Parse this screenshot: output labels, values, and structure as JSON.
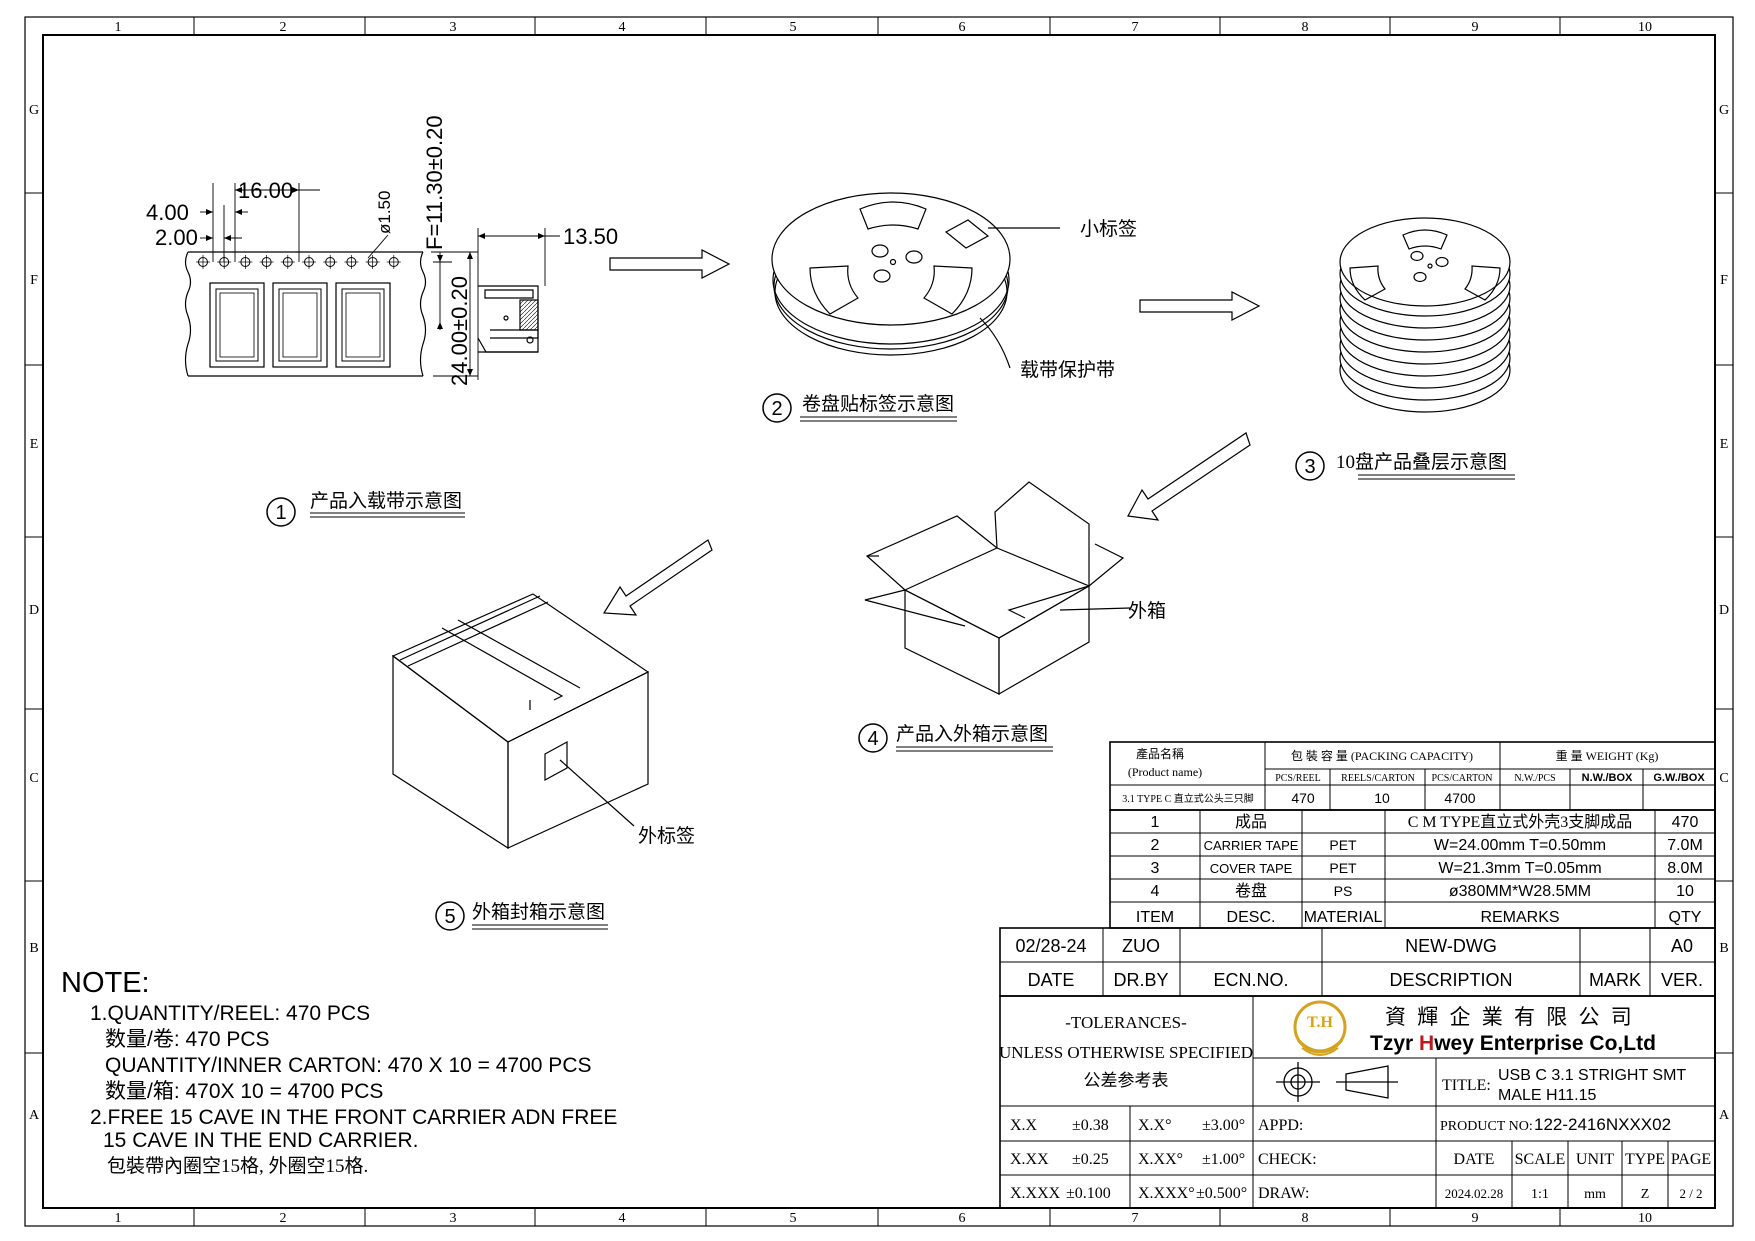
{
  "zones": {
    "cols": [
      "1",
      "2",
      "3",
      "4",
      "5",
      "6",
      "7",
      "8",
      "9",
      "10"
    ],
    "rows": [
      "G",
      "F",
      "E",
      "D",
      "C",
      "B",
      "A"
    ]
  },
  "step1": {
    "num": "1",
    "caption": "产品入载带示意图",
    "dims": {
      "d1": "16.00",
      "d2": "4.00",
      "d3": "2.00",
      "d4": "ø1.50",
      "d5": "F=11.30±0.20",
      "d6": "24.00±0.20",
      "d7": "13.50"
    }
  },
  "step2": {
    "num": "2",
    "caption": "卷盘贴标签示意图",
    "label_small": "小标签",
    "label_band": "载带保护带"
  },
  "step3": {
    "num": "3",
    "caption": "10盘产品叠层示意图"
  },
  "step4": {
    "num": "4",
    "caption": "产品入外箱示意图",
    "label_box": "外箱"
  },
  "step5": {
    "num": "5",
    "caption": "外箱封箱示意图",
    "label_tag": "外标签"
  },
  "notes": {
    "heading": "NOTE:",
    "lines": [
      "1.QUANTITY/REEL: 470  PCS",
      "数量/卷: 470  PCS",
      "QUANTITY/INNER  CARTON: 470  X  10  =  4700  PCS",
      "数量/箱:  470X  10  =  4700    PCS",
      "2.FREE  15  CAVE  IN  THE  FRONT  CARRIER    ADN  FREE",
      "15  CAVE  IN  THE  END  CARRIER.",
      "包裝帶內圈空15格, 外圈空15格."
    ]
  },
  "packing": {
    "product_label": "產品名稱",
    "product_label_en": "(Product name)",
    "product_name": "3.1 TYPE C 直立式公头三只脚",
    "capacity_header": "包 裝 容 量 (PACKING CAPACITY)",
    "weight_header": "重 量 WEIGHT (Kg)",
    "sub_headers": [
      "PCS/REEL",
      "REELS/CARTON",
      "PCS/CARTON",
      "N.W./PCS",
      "N.W./BOX",
      "G.W./BOX"
    ],
    "values": [
      "470",
      "10",
      "4700",
      "",
      "",
      ""
    ]
  },
  "bom": {
    "headers": [
      "ITEM",
      "DESC.",
      "MATERIAL",
      "REMARKS",
      "QTY"
    ],
    "rows": [
      {
        "item": "1",
        "desc": "成品",
        "material": "",
        "remarks": "C M TYPE直立式外壳3支脚成品",
        "qty": "470"
      },
      {
        "item": "2",
        "desc": "CARRIER TAPE",
        "material": "PET",
        "remarks": "W=24.00mm  T=0.50mm",
        "qty": "7.0M"
      },
      {
        "item": "3",
        "desc": "COVER TAPE",
        "material": "PET",
        "remarks": "W=21.3mm  T=0.05mm",
        "qty": "8.0M"
      },
      {
        "item": "4",
        "desc": "卷盘",
        "material": "PS",
        "remarks": "ø380MM*W28.5MM",
        "qty": "10"
      }
    ]
  },
  "revision": {
    "date": "02/28-24",
    "drby": "ZUO",
    "ecn": "",
    "desc": "NEW-DWG",
    "mark": "",
    "ver": "A0",
    "h_date": "DATE",
    "h_drby": "DR.BY",
    "h_ecn": "ECN.NO.",
    "h_desc": "DESCRIPTION",
    "h_mark": "MARK",
    "h_ver": "VER."
  },
  "tolerances": {
    "title": "-TOLERANCES-",
    "line2": "UNLESS OTHERWISE SPECIFIED",
    "line3": "公差参考表",
    "rows": [
      [
        "X.X",
        "±0.38",
        "X.X°",
        "±3.00°"
      ],
      [
        "X.XX",
        "±0.25",
        "X.XX°",
        "±1.00°"
      ],
      [
        "X.XXX",
        "±0.100",
        "X.XXX°",
        "±0.500°"
      ]
    ]
  },
  "company": {
    "logo": "T.H",
    "name_cn": "資 輝 企 業 有 限 公 司",
    "name_en_a": "Tzyr ",
    "name_en_b": "H",
    "name_en_c": "wey Enterprise Co,Ltd",
    "brand_color": "#d3a21e",
    "accent_color": "#c0171c"
  },
  "titleblock": {
    "title_label": "TITLE:",
    "title_1": "USB C 3.1 STRIGHT SMT",
    "title_2": "MALE H11.15",
    "appd": "APPD:",
    "check": "CHECK:",
    "draw": "DRAW:",
    "pn_label": "PRODUCT NO:",
    "pn": "122-2416NXXX02",
    "h_date": "DATE",
    "h_scale": "SCALE",
    "h_unit": "UNIT",
    "h_type": "TYPE",
    "h_page": "PAGE",
    "date": "2024.02.28",
    "scale": "1:1",
    "unit": "mm",
    "type": "Z",
    "page": "2 / 2"
  }
}
